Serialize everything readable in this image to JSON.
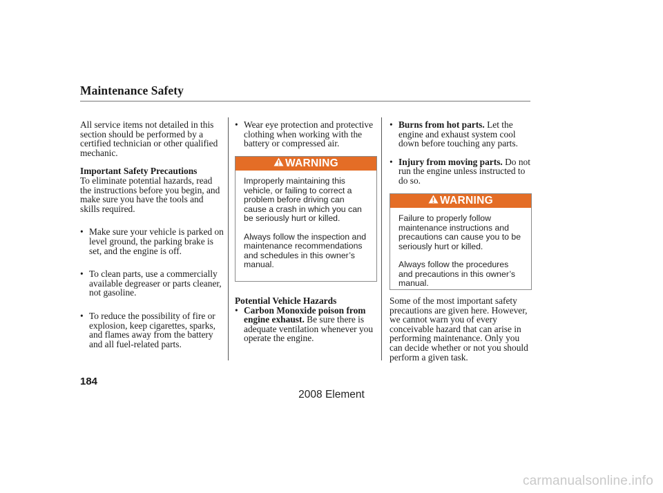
{
  "header": {
    "title": "Maintenance Safety"
  },
  "col1": {
    "intro": "All service items not detailed in this section should be performed by a certified technician or other qualified mechanic.",
    "heading": "Important Safety Precautions",
    "para": "To eliminate potential hazards, read the instructions before you begin, and make sure you have the tools and skills required.",
    "bullets": [
      "Make sure your vehicle is parked on level ground, the parking brake is set, and the engine is off.",
      "To clean parts, use a commercially available degreaser or parts cleaner, not gasoline.",
      "To reduce the possibility of fire or explosion, keep cigarettes, sparks, and flames away from the battery and all fuel-related parts."
    ]
  },
  "col2": {
    "bullet": "Wear eye protection and protective clothing when working with the battery or compressed air.",
    "warning": {
      "label": "WARNING",
      "p1": "Improperly maintaining this vehicle, or failing to correct a problem before driving can cause a crash in which you can be seriously hurt or killed.",
      "p2": "Always follow the inspection and maintenance recommendations and schedules in this owner’s manual."
    },
    "heading": "Potential Vehicle Hazards",
    "hazard_bold": "Carbon Monoxide poison from engine exhaust.",
    "hazard_text": "Be sure there is adequate ventilation whenever you operate the engine."
  },
  "col3": {
    "bullets": [
      {
        "bold": "Burns from hot parts.",
        "text": "Let the engine and exhaust system cool down before touching any parts."
      },
      {
        "bold": "Injury from moving parts.",
        "text": "Do not run the engine unless instructed to do so."
      }
    ],
    "warning": {
      "label": "WARNING",
      "p1": "Failure to properly follow maintenance instructions and precautions can cause you to be seriously hurt or killed.",
      "p2": "Always follow the procedures and precautions in this owner’s manual."
    },
    "para": "Some of the most important safety precautions are given here. However, we cannot warn you of every conceivable hazard that can arise in performing maintenance. Only you can decide whether or not you should perform a given task."
  },
  "page_number": "184",
  "footer": "2008  Element",
  "watermark": "carmanualsonline.info",
  "colors": {
    "warning_bar": "#e46d26",
    "watermark": "#c9c9c9"
  }
}
